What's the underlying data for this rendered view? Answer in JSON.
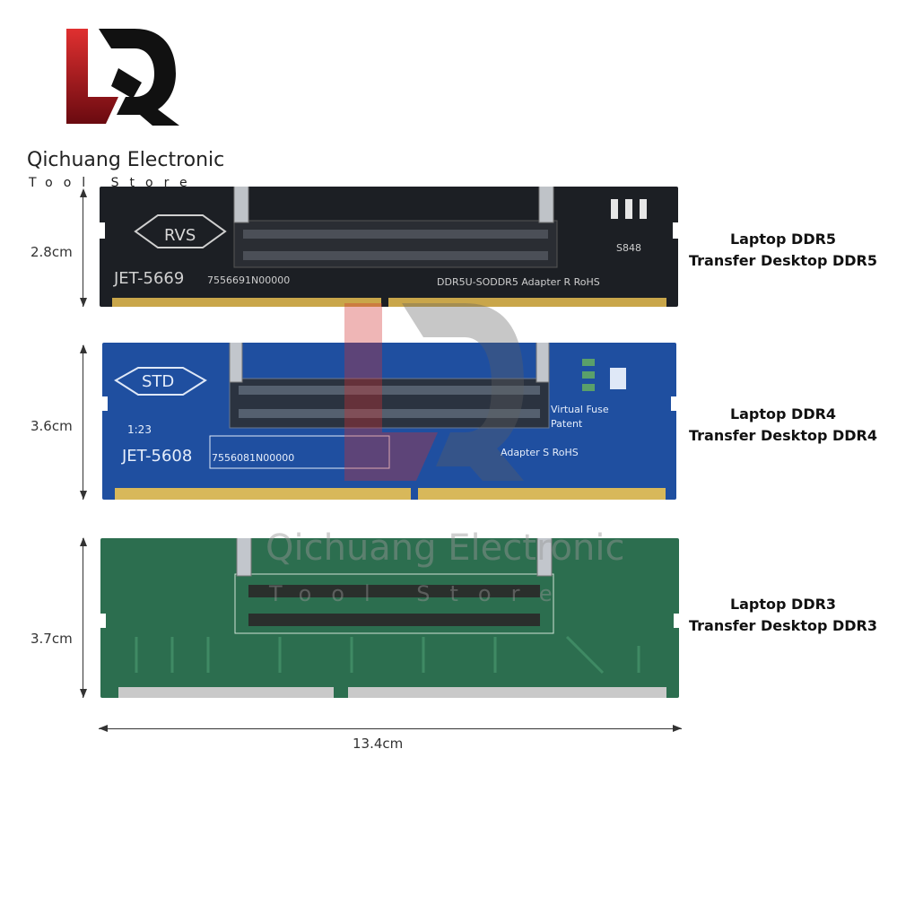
{
  "brand": {
    "name": "Qichuang Electronic",
    "tagline": "Tool Store",
    "logo_letters": "LQ",
    "logo_red": "#c0141c",
    "logo_black": "#111111"
  },
  "watermark": {
    "name": "Qichuang Electronic",
    "tagline": "Tool Store"
  },
  "dimensions": {
    "ddr5_height": "2.8cm",
    "ddr4_height": "3.6cm",
    "ddr3_height": "3.7cm",
    "width": "13.4cm"
  },
  "products": [
    {
      "line1": "Laptop DDR5",
      "line2": "Transfer Desktop DDR5",
      "board_color": "#1c1f24",
      "badge": "RVS",
      "model": "JET-5669",
      "serial": "7556691N00000",
      "desc": "DDR5U-SODDR5  Adapter R   RoHS",
      "code": "S848"
    },
    {
      "line1": "Laptop DDR4",
      "line2": "Transfer Desktop DDR4",
      "board_color": "#1f4fa0",
      "badge": "STD",
      "model": "JET-5608",
      "serial": "7556081N00000",
      "desc": "Adapter  S     RoHS",
      "note1": "Virtual  Fuse",
      "note2": "Patent",
      "date": "1:23"
    },
    {
      "line1": "Laptop DDR3",
      "line2": "Transfer Desktop DDR3",
      "board_color": "#2c6e4f"
    }
  ]
}
